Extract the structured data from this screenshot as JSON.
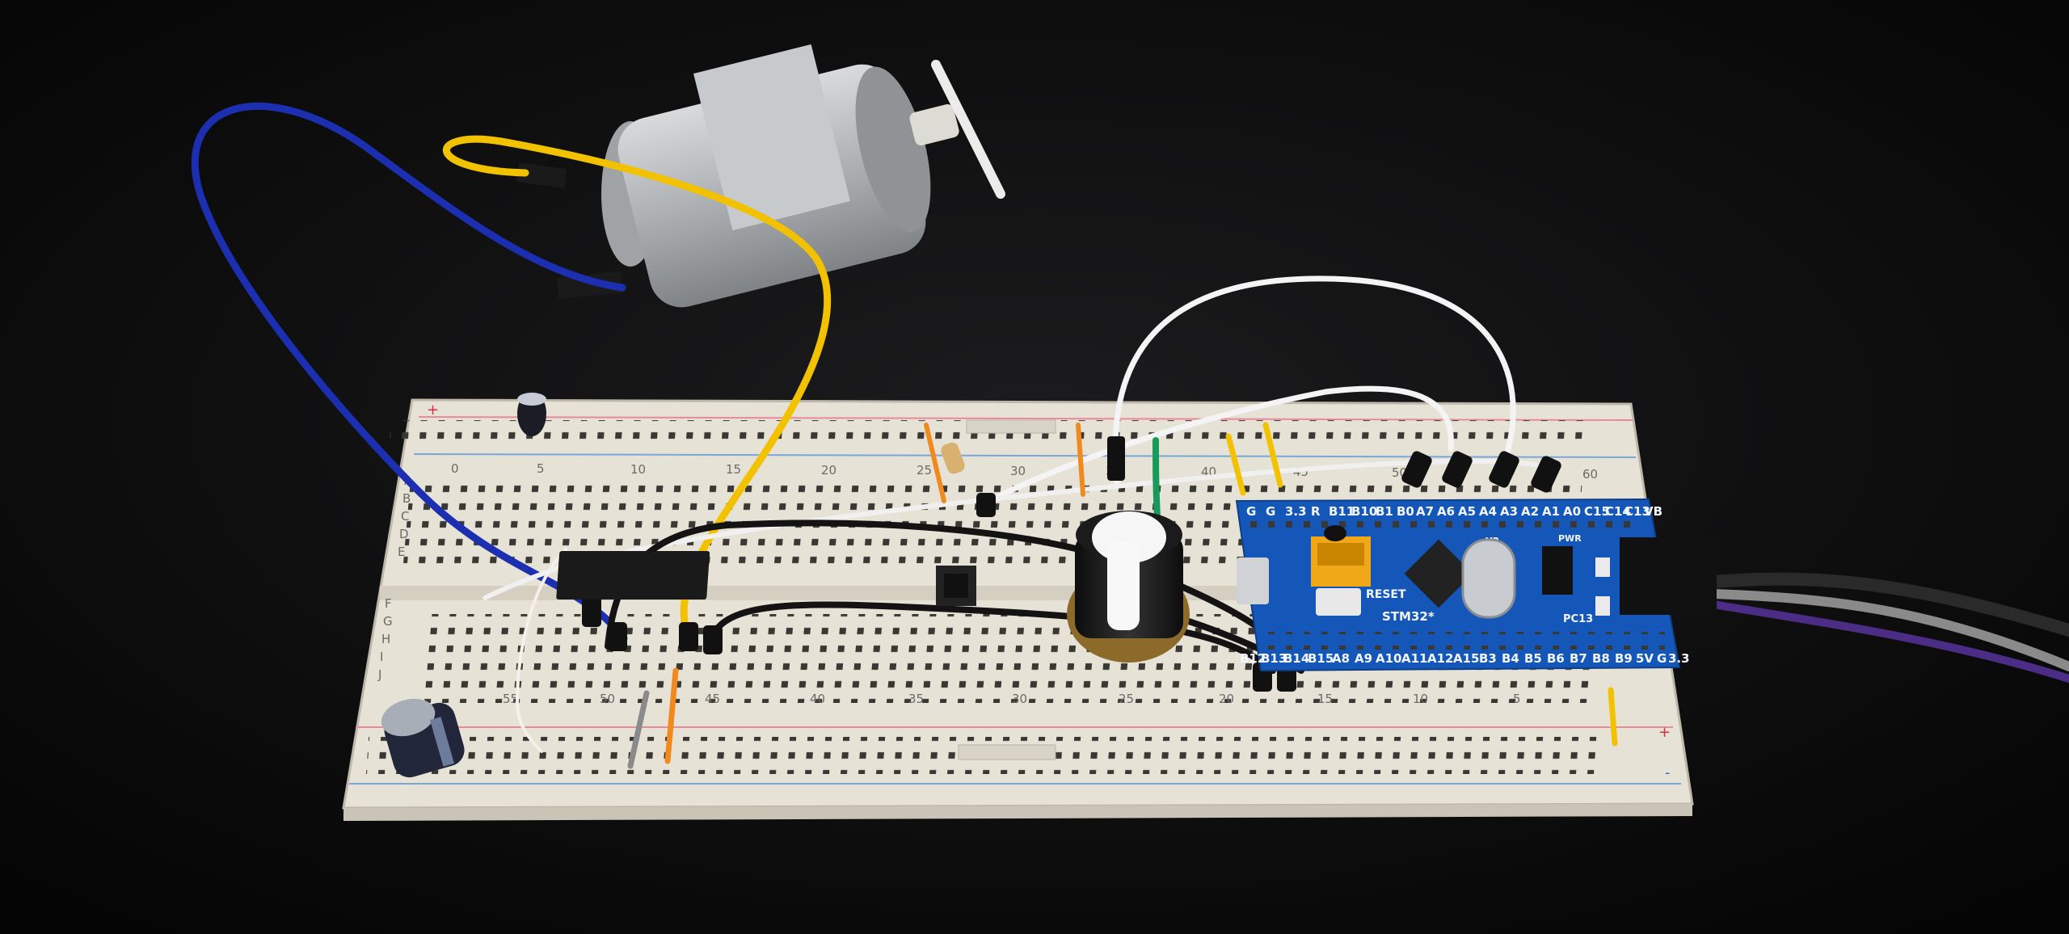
{
  "board": {
    "top_pins": [
      "G",
      "G",
      "3.3",
      "R",
      "B11",
      "B10",
      "B1",
      "B0",
      "A7",
      "A6",
      "A5",
      "A4",
      "A3",
      "A2",
      "A1",
      "A0",
      "C15",
      "C14",
      "C13",
      "VB"
    ],
    "bottom_pins": [
      "B12",
      "B13",
      "B14",
      "B15",
      "A8",
      "A9",
      "A10",
      "A11",
      "A12",
      "A15",
      "B3",
      "B4",
      "B5",
      "B6",
      "B7",
      "B8",
      "B9",
      "5V",
      "G",
      "3.3"
    ],
    "reset_label": "RESET",
    "model_label": "STM32*",
    "pc13_label": "PC13",
    "pwr_label": "PWR",
    "crystal_label": "Y2"
  },
  "breadboard": {
    "row_letters_top": [
      "A",
      "B",
      "C",
      "D",
      "E"
    ],
    "row_letters_bottom": [
      "F",
      "G",
      "H",
      "I",
      "J"
    ],
    "top_numbers": [
      "0",
      "5",
      "10",
      "15",
      "20",
      "25",
      "30",
      "35",
      "40",
      "45",
      "50",
      "60"
    ],
    "bottom_numbers": [
      "55",
      "50",
      "45",
      "40",
      "35",
      "30",
      "25",
      "20",
      "15",
      "10",
      "5"
    ],
    "rail_plus": "+",
    "rail_minus": "-"
  },
  "colors": {
    "background": "#0b0b0c",
    "breadboard": "#e9e6dc",
    "pcb": "#1457b8",
    "wire_blue": "#1b2fb0",
    "wire_yellow": "#f2c200",
    "wire_white": "#f4f4f4",
    "wire_black": "#141212",
    "wire_green": "#1a9a5a",
    "wire_orange": "#f08a1e",
    "motor": "#b9bcbf"
  }
}
